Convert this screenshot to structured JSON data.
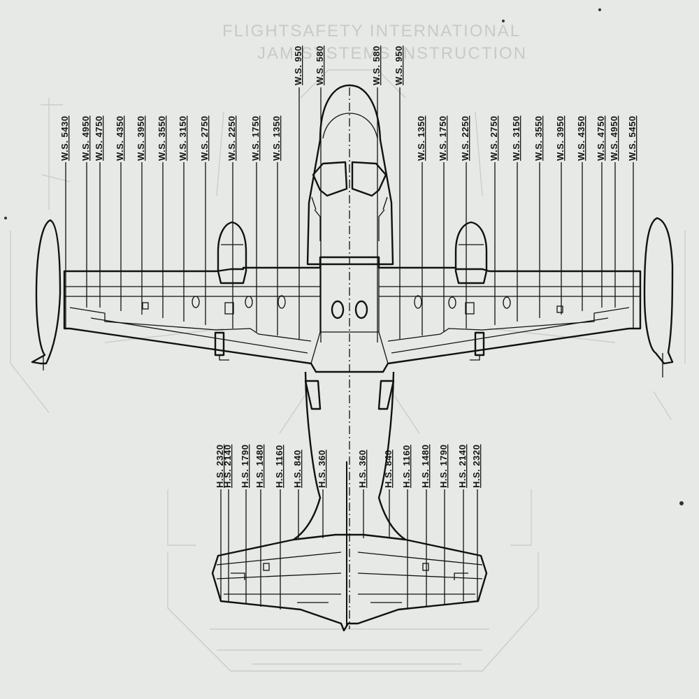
{
  "ghost_header": [
    "FLIGHTSAFETY INTERNATIONAL",
    "JAM SYSTEMS INSTRUCTION"
  ],
  "wing_stations_left": [
    "W.S. 5430",
    "W.S. 4950",
    "W.S. 4750",
    "W.S. 4350",
    "W.S. 3950",
    "W.S. 3550",
    "W.S. 3150",
    "W.S. 2750",
    "W.S. 2250",
    "W.S. 1750",
    "W.S. 1350",
    "W.S. 950",
    "W.S. 580"
  ],
  "wing_stations_right": [
    "W.S. 580",
    "W.S. 950",
    "W.S. 1350",
    "W.S. 1750",
    "W.S. 2250",
    "W.S. 2750",
    "W.S. 3150",
    "W.S. 3550",
    "W.S. 3950",
    "W.S. 4350",
    "W.S. 4750",
    "W.S. 4950",
    "W.S. 5450"
  ],
  "horizontal_stations_left": [
    "H.S. 2320",
    "H.S. 2140",
    "H.S. 1790",
    "H.S. 1480",
    "H.S. 1160",
    "H.S. 840",
    "H.S. 360"
  ],
  "horizontal_stations_right": [
    "H.S. 360",
    "H.S. 840",
    "H.S. 1160",
    "H.S. 1480",
    "H.S. 1790",
    "H.S. 2140",
    "H.S. 2320"
  ],
  "colors": {
    "paper": "#e7e9e6",
    "ink": "#111111",
    "ghost": "#c9cdcc"
  }
}
